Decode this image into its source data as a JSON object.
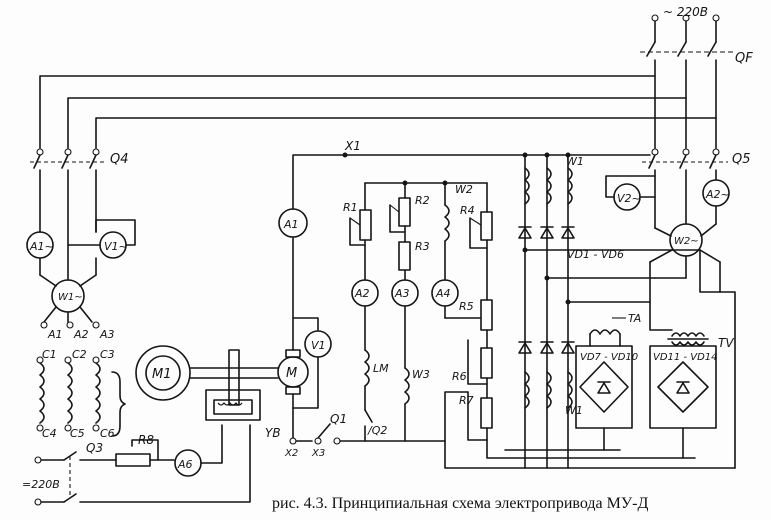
{
  "caption": "рис. 4.3. Принципиальная схема электропривода МУ-Д",
  "labels": {
    "supply_top": "~ 220В",
    "supply_dc": "=220В",
    "qf": "QF",
    "q4": "Q4",
    "q5": "Q5",
    "q1": "Q1",
    "q2": "/Q2",
    "q3": "Q3",
    "x1": "X1",
    "x2": "X2",
    "x3": "X3",
    "a1": "A1",
    "a2": "A2",
    "a3": "A3",
    "a4": "A4",
    "a6": "A6",
    "a1_ac": "A1~",
    "v1_ac": "V1~",
    "a2_ac": "A2~",
    "v2_ac": "V2~",
    "v1": "V1",
    "m": "M",
    "m1": "M1",
    "r1": "R1",
    "r2": "R2",
    "r3": "R3",
    "r4": "R4",
    "r5": "R5",
    "r6": "R6",
    "r7": "R7",
    "r8": "R8",
    "w2": "W2",
    "w3": "W3",
    "w1_top": "W1",
    "w1_bot": "W1",
    "lm": "LM",
    "yb": "YB",
    "w1_meter": "W1~",
    "w2_meter": "W2~",
    "ta": "TA",
    "tv": "TV",
    "vd1": "VD1 - VD6",
    "vd7": "VD7 - VD10",
    "vd11": "VD11 - VD14",
    "pa1": "A1",
    "pa2": "A2",
    "pa3": "A3",
    "c1": "C1",
    "c2": "C2",
    "c3": "C3",
    "c4": "C4",
    "c5": "C5",
    "c6": "C6"
  }
}
